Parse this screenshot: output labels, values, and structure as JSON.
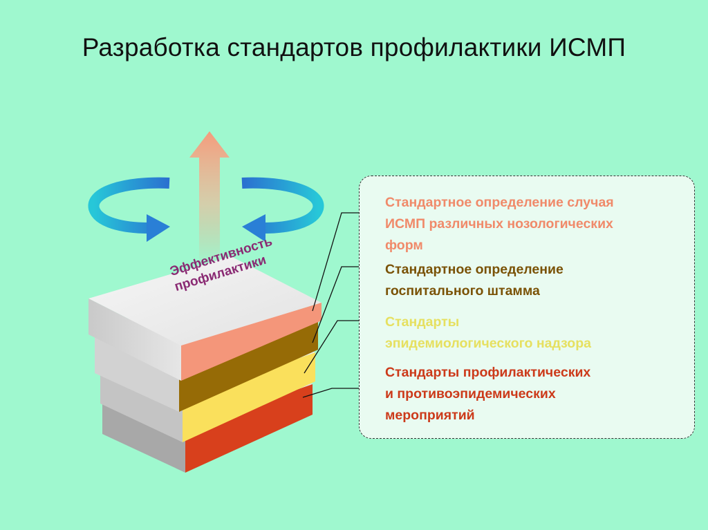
{
  "title": "Разработка стандартов профилактики ИСМП",
  "stack_label": "Эффективность\nпрофилактики",
  "items": [
    {
      "label": "Стандартное определение случая\nИСМП  различных нозологических\nформ",
      "color": "#f08a6a"
    },
    {
      "label": "Стандартное определение\nгоспитального штамма",
      "color": "#7a5206"
    },
    {
      "label": "Стандарты\nэпидемиологического надзора",
      "color": "#e6e060"
    },
    {
      "label": "Стандарты профилактических\nи противоэпидемических\nмероприятий",
      "color": "#cc3a1a"
    }
  ],
  "colors": {
    "background": "#9ff8cf",
    "layer_salmon": "#f4967a",
    "layer_brown": "#966b06",
    "layer_yellow": "#fae05c",
    "layer_red": "#d8401c",
    "arrow_blue": "#2a88d8",
    "arrow_up": "#f49c7c"
  },
  "icons": [
    "arrow-up-icon",
    "rotate-left-arrow-icon",
    "rotate-right-arrow-icon"
  ]
}
